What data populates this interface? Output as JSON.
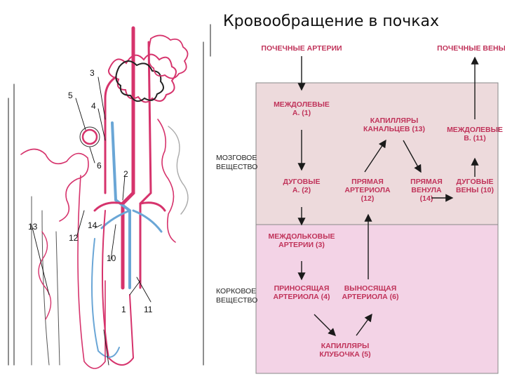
{
  "title": "Кровообращение в почках",
  "colors": {
    "artery": "#d6336c",
    "vein": "#6aa6d6",
    "vessel_dark": "#222222",
    "medulla_bg": "#eddadc",
    "cortex_bg": "#f3d3e6",
    "flow_text": "#c0335a",
    "flow_arrow": "#1a1a1a"
  },
  "anatomy": {
    "numbers": [
      "1",
      "2",
      "3",
      "4",
      "5",
      "6",
      "10",
      "11",
      "12",
      "13",
      "14"
    ]
  },
  "zones": {
    "medulla": "МОЗГОВОЕ\nВЕЩЕСТВО",
    "cortex": "КОРКОВОЕ\nВЕЩЕСТВО"
  },
  "nodes": {
    "renal_arteries": "ПОЧЕЧНЫЕ АРТЕРИИ",
    "renal_veins": "ПОЧЕЧНЫЕ ВЕНЫ",
    "interlobar_a": "МЕЖДОЛЕВЫЕ\nА. (1)",
    "tubule_capillaries": "КАПИЛЛЯРЫ\nКАНАЛЬЦЕВ (13)",
    "interlobar_v": "МЕЖДОЛЕВЫЕ\nВ. (11)",
    "arcuate_a": "ДУГОВЫЕ\nА. (2)",
    "straight_arteriole": "ПРЯМАЯ\nАРТЕРИОЛА\n(12)",
    "straight_venule": "ПРЯМАЯ\nВЕНУЛА\n(14)",
    "arcuate_v": "ДУГОВЫЕ\nВЕНЫ (10)",
    "interlobular_a": "МЕЖДОЛЬКОВЫЕ\nАРТЕРИИ (3)",
    "afferent": "ПРИНОСЯЩАЯ\nАРТЕРИОЛА (4)",
    "efferent": "ВЫНОСЯЩАЯ\nАРТЕРИОЛА (6)",
    "glomerular": "КАПИЛЛЯРЫ\nКЛУБОЧКА (5)"
  }
}
